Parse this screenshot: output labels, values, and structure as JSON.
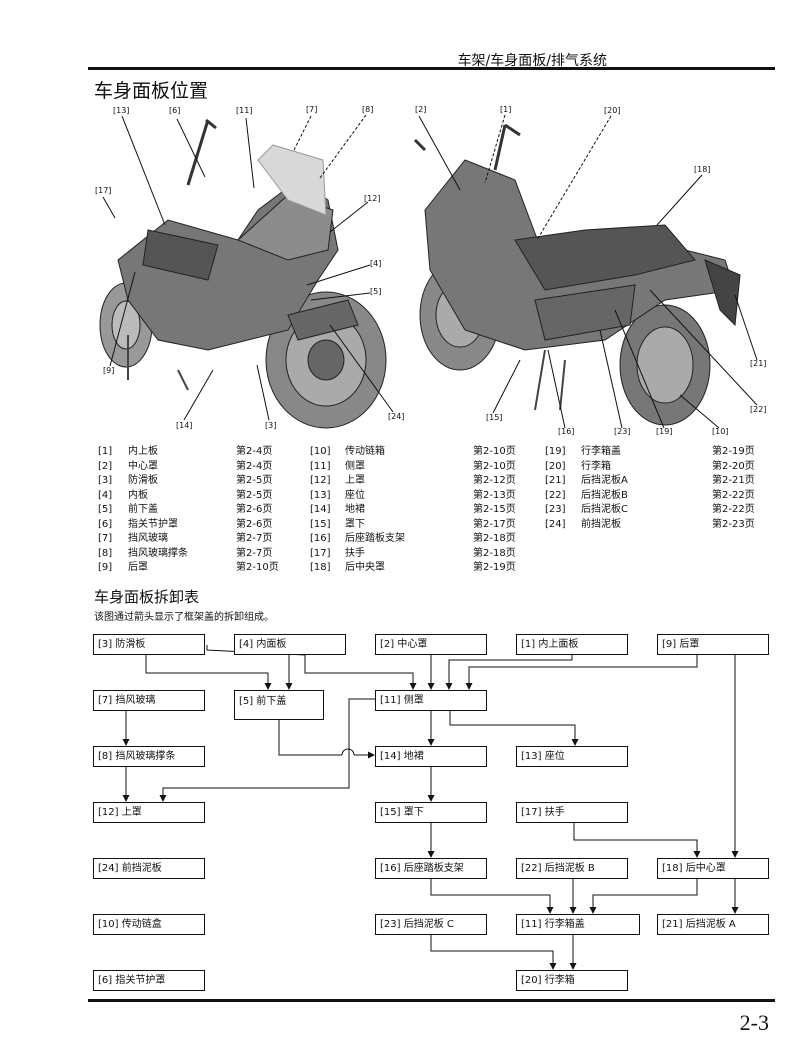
{
  "header": {
    "title": "车架/车身面板/排气系统"
  },
  "section1": {
    "title": "车身面板位置"
  },
  "callouts_left": [
    "[13]",
    "[6]",
    "[11]",
    "[7]",
    "[8]",
    "[17]",
    "[12]",
    "[4]",
    "[5]",
    "[9]",
    "[14]",
    "[3]",
    "[24]"
  ],
  "callouts_right": [
    "[2]",
    "[1]",
    "[20]",
    "[18]",
    "[21]",
    "[22]",
    "[15]",
    "[16]",
    "[23]",
    "[19]",
    "[10]"
  ],
  "legend": [
    {
      "num": "[1]",
      "name": "内上板",
      "page": "第2-4页"
    },
    {
      "num": "[2]",
      "name": "中心罩",
      "page": "第2-4页"
    },
    {
      "num": "[3]",
      "name": "防滑板",
      "page": "第2-5页"
    },
    {
      "num": "[4]",
      "name": "内板",
      "page": "第2-5页"
    },
    {
      "num": "[5]",
      "name": "前下盖",
      "page": "第2-6页"
    },
    {
      "num": "[6]",
      "name": "指关节护罩",
      "page": "第2-6页"
    },
    {
      "num": "[7]",
      "name": "挡风玻璃",
      "page": "第2-7页"
    },
    {
      "num": "[8]",
      "name": "挡风玻璃撑条",
      "page": "第2-7页"
    },
    {
      "num": "[9]",
      "name": "后罩",
      "page": "第2-10页"
    },
    {
      "num": "[10]",
      "name": "传动链箱",
      "page": "第2-10页"
    },
    {
      "num": "[11]",
      "name": "侧罩",
      "page": "第2-10页"
    },
    {
      "num": "[12]",
      "name": "上罩",
      "page": "第2-12页"
    },
    {
      "num": "[13]",
      "name": "座位",
      "page": "第2-13页"
    },
    {
      "num": "[14]",
      "name": "地裙",
      "page": "第2-15页"
    },
    {
      "num": "[15]",
      "name": "罩下",
      "page": "第2-17页"
    },
    {
      "num": "[16]",
      "name": "后座踏板支架",
      "page": "第2-18页"
    },
    {
      "num": "[17]",
      "name": "扶手",
      "page": "第2-18页"
    },
    {
      "num": "[18]",
      "name": "后中央罩",
      "page": "第2-19页"
    },
    {
      "num": "[19]",
      "name": "行李箱盖",
      "page": "第2-19页"
    },
    {
      "num": "[20]",
      "name": "行李箱",
      "page": "第2-20页"
    },
    {
      "num": "[21]",
      "name": "后挡泥板A",
      "page": "第2-21页"
    },
    {
      "num": "[22]",
      "name": "后挡泥板B",
      "page": "第2-22页"
    },
    {
      "num": "[23]",
      "name": "后挡泥板C",
      "page": "第2-22页"
    },
    {
      "num": "[24]",
      "name": "前挡泥板",
      "page": "第2-23页"
    }
  ],
  "section2": {
    "title": "车身面板拆卸表",
    "description": "该图通过箭头显示了框架盖的拆卸组成。"
  },
  "flow_boxes": {
    "b3": "[3] 防滑板",
    "b4": "[4] 内面板",
    "b2": "[2] 中心罩",
    "b1": "[1] 内上面板",
    "b9": "[9] 后罩",
    "b7": "[7] 挡风玻璃",
    "b5": "[5] 前下盖",
    "b11": "[11] 侧罩",
    "b8": "[8] 挡风玻璃撑条",
    "b14": "[14] 地裙",
    "b13": "[13] 座位",
    "b12": "[12] 上罩",
    "b15": "[15] 罩下",
    "b17": "[17] 扶手",
    "b24": "[24] 前挡泥板",
    "b16": "[16] 后座踏板支架",
    "b22": "[22] 后挡泥板 B",
    "b18": "[18] 后中心罩",
    "b10": "[10] 传动链盒",
    "b23": "[23] 后挡泥板 C",
    "b11b": "[11] 行李箱盖",
    "b21": "[21] 后挡泥板 A",
    "b6": "[6] 指关节护罩",
    "b20": "[20] 行李箱"
  },
  "page_number": "2-3"
}
